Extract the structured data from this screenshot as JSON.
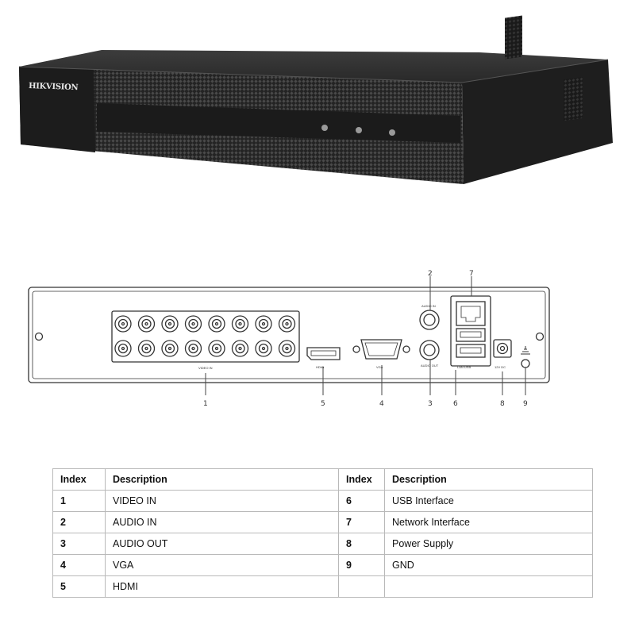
{
  "product": {
    "brand_logo": "HIKVISION"
  },
  "rear_panel": {
    "port_labels": {
      "video_in": "VIDEO IN",
      "hdmi": "HDMI",
      "vga": "VGA",
      "audio_in": "AUDIO IN",
      "audio_out": "AUDIO OUT",
      "lan_usb": "LAN   USB",
      "power": "12V DC"
    },
    "callouts": [
      "1",
      "2",
      "3",
      "4",
      "5",
      "6",
      "7",
      "8",
      "9"
    ]
  },
  "spec_table": {
    "headers": {
      "index_left": "Index",
      "description_left": "Description",
      "index_right": "Index",
      "description_right": "Description"
    },
    "rows": [
      {
        "left_index": "1",
        "left_desc": "VIDEO IN",
        "right_index": "6",
        "right_desc": "USB Interface"
      },
      {
        "left_index": "2",
        "left_desc": "AUDIO IN",
        "right_index": "7",
        "right_desc": "Network Interface"
      },
      {
        "left_index": "3",
        "left_desc": "AUDIO OUT",
        "right_index": "8",
        "right_desc": "Power Supply"
      },
      {
        "left_index": "4",
        "left_desc": "VGA",
        "right_index": "9",
        "right_desc": "GND"
      },
      {
        "left_index": "5",
        "left_desc": "HDMI",
        "right_index": "",
        "right_desc": ""
      }
    ]
  }
}
